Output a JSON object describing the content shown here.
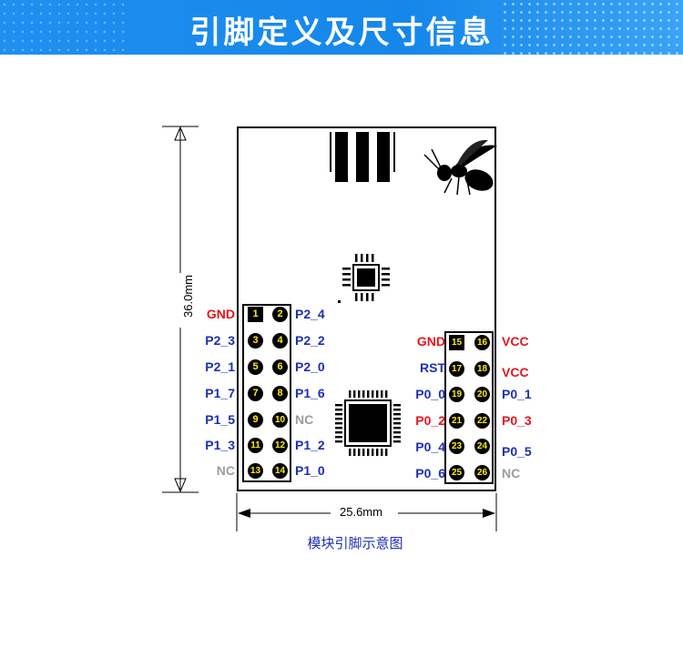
{
  "header": {
    "title": "引脚定义及尺寸信息"
  },
  "dimensions": {
    "height": "36.0mm",
    "width": "25.6mm"
  },
  "caption": "模块引脚示意图",
  "left_header": [
    {
      "n": "1",
      "left": "GND",
      "right": "P2_4",
      "left_color": "red",
      "right_color": "blue"
    },
    {
      "n": "3",
      "left": "P2_3",
      "right": "P2_2",
      "left_color": "blue",
      "right_color": "blue"
    },
    {
      "n": "5",
      "left": "P2_1",
      "right": "P2_0",
      "left_color": "blue",
      "right_color": "blue"
    },
    {
      "n": "7",
      "left": "P1_7",
      "right": "P1_6",
      "left_color": "blue",
      "right_color": "blue"
    },
    {
      "n": "9",
      "left": "P1_5",
      "right": "NC",
      "left_color": "blue",
      "right_color": "gray"
    },
    {
      "n": "11",
      "left": "P1_3",
      "right": "P1_2",
      "left_color": "blue",
      "right_color": "blue"
    },
    {
      "n": "13",
      "left": "NC",
      "right": "P1_0",
      "left_color": "gray",
      "right_color": "blue"
    }
  ],
  "left_pin_numbers": [
    [
      "1",
      "2"
    ],
    [
      "3",
      "4"
    ],
    [
      "5",
      "6"
    ],
    [
      "7",
      "8"
    ],
    [
      "9",
      "10"
    ],
    [
      "11",
      "12"
    ],
    [
      "13",
      "14"
    ]
  ],
  "right_pin_numbers": [
    [
      "15",
      "16"
    ],
    [
      "17",
      "18"
    ],
    [
      "19",
      "20"
    ],
    [
      "21",
      "22"
    ],
    [
      "23",
      "24"
    ],
    [
      "25",
      "26"
    ]
  ],
  "right_labels_left": [
    {
      "text": "GND",
      "color": "red"
    },
    {
      "text": "RST",
      "color": "blue"
    },
    {
      "text": "P0_0",
      "color": "blue"
    },
    {
      "text": "P0_2",
      "color": "red"
    },
    {
      "text": "P0_4",
      "color": "blue"
    },
    {
      "text": "P0_6",
      "color": "blue"
    }
  ],
  "right_labels_right": [
    {
      "text": "VCC",
      "color": "red"
    },
    {
      "text": "VCC",
      "color": "red"
    },
    {
      "text": "P0_1",
      "color": "blue"
    },
    {
      "text": "P0_3",
      "color": "red"
    },
    {
      "text": "P0_5",
      "color": "blue"
    },
    {
      "text": "NC",
      "color": "gray"
    }
  ],
  "icons": {
    "logo": "wasp-icon",
    "chip_small": "qfn-chip-icon",
    "chip_large": "qfn-chip-icon"
  }
}
